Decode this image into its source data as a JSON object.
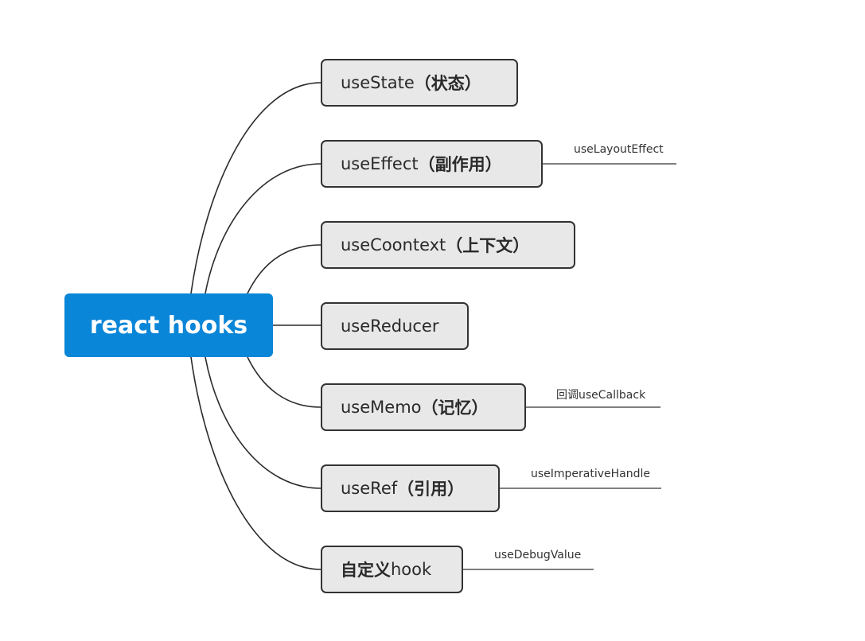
{
  "root": {
    "label": "react hooks",
    "color": "#0a86d8"
  },
  "branches": [
    {
      "id": "usestate",
      "prefix": "useState",
      "zh": "（状态）",
      "children": []
    },
    {
      "id": "useeffect",
      "prefix": "useEffect",
      "zh": "（副作用）",
      "children": [
        "useLayoutEffect"
      ]
    },
    {
      "id": "usecoontext",
      "prefix": "useCoontext",
      "zh": "（上下文）",
      "children": []
    },
    {
      "id": "usereducer",
      "prefix": "useReducer",
      "zh": "",
      "children": []
    },
    {
      "id": "usememo",
      "prefix": "useMemo",
      "zh": "（记忆）",
      "children": [
        "回调useCallback"
      ]
    },
    {
      "id": "useref",
      "prefix": "useRef",
      "zh": "（引用）",
      "children": [
        "useImperativeHandle"
      ]
    },
    {
      "id": "custom-hook",
      "prefix": "",
      "zh": "自定义",
      "suffix": "hook",
      "children": [
        "useDebugValue"
      ]
    }
  ]
}
